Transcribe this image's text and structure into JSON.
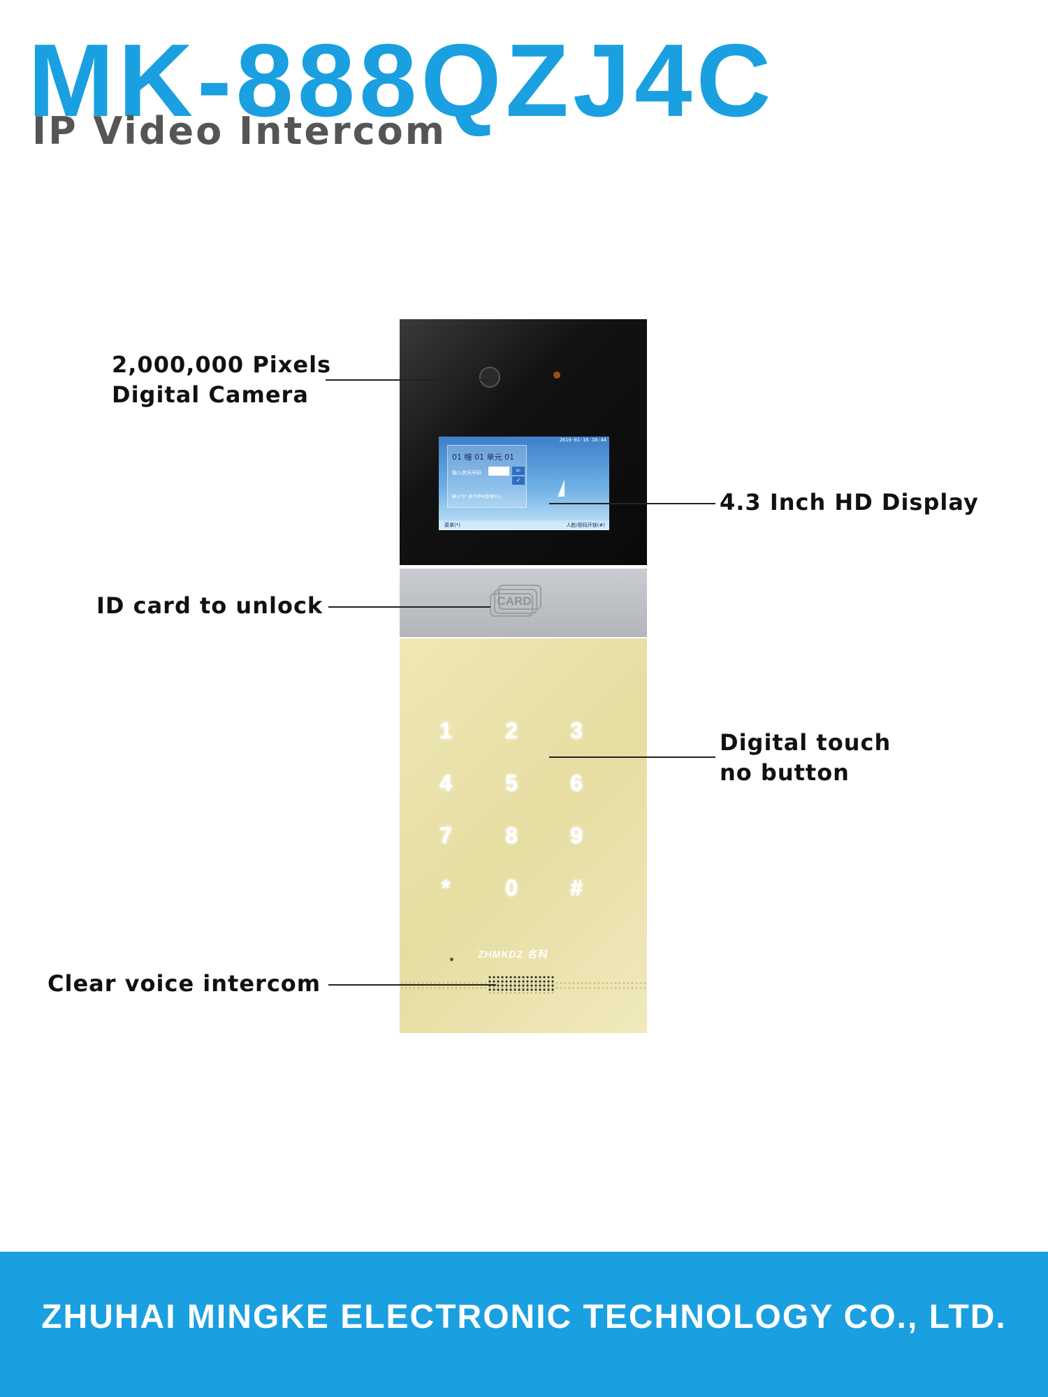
{
  "header": {
    "model": "MK-888QZJ4C",
    "subtitle": "IP Video Intercom"
  },
  "callouts": {
    "camera_line1": "2,000,000 Pixels",
    "camera_line2": "Digital Camera",
    "display": "4.3 Inch HD Display",
    "card": "ID card to unlock",
    "touch_line1": "Digital touch",
    "touch_line2": "no button",
    "voice": "Clear voice intercom"
  },
  "device": {
    "screen": {
      "datetime": "2019-01-16 10:44",
      "room": "01 幢 01 单元 01",
      "input_label": "输入房间号码",
      "back_label": "⇐",
      "ok_label": "✓",
      "hint": "输入\"0\" 表示呼叫管理中心",
      "footer_left": "菜单(*)",
      "footer_right": "人脸/密码开锁(#)"
    },
    "card_label": "CARD",
    "keys": [
      "1",
      "2",
      "3",
      "4",
      "5",
      "6",
      "7",
      "8",
      "9",
      "*",
      "0",
      "#"
    ],
    "logo": "ZHMKDZ 名科"
  },
  "footer": {
    "company": "ZHUHAI MINGKE ELECTRONIC TECHNOLOGY CO., LTD."
  },
  "colors": {
    "brand_blue": "#1aa0e0",
    "subtitle_gray": "#555555",
    "keypad_gold": "#e9e0a8"
  }
}
